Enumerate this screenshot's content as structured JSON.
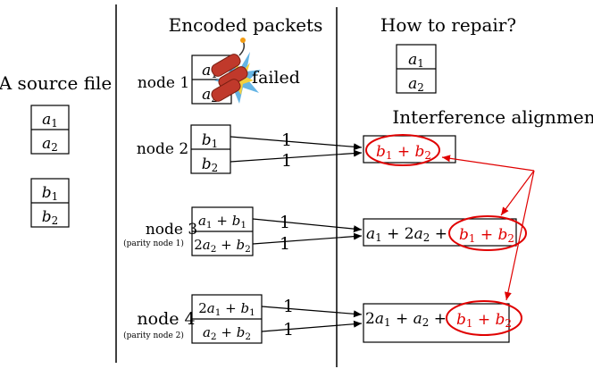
{
  "headings": {
    "source": "A source file",
    "encoded": "Encoded packets",
    "repair": "How to repair?",
    "interference": "Interference alignment"
  },
  "source_blocks": [
    {
      "rows": [
        "a1",
        "a2"
      ]
    },
    {
      "rows": [
        "b1",
        "b2"
      ]
    }
  ],
  "repair_block": {
    "rows": [
      "a1",
      "a2"
    ]
  },
  "nodes": [
    {
      "label": "node 1",
      "sublabel": "",
      "rows": [
        "a1",
        "a2"
      ],
      "status": "failed"
    },
    {
      "label": "node 2",
      "sublabel": "",
      "rows": [
        "b1",
        "b2"
      ],
      "coeffs": [
        "1",
        "1"
      ]
    },
    {
      "label": "node 3",
      "sublabel": "(parity node 1)",
      "rows": [
        "a1 + b1",
        "2a2 + b2"
      ],
      "coeffs": [
        "1",
        "1"
      ]
    },
    {
      "label": "node 4",
      "sublabel": "(parity node 2)",
      "rows": [
        "2a1 + b1",
        "a2 + b2"
      ],
      "coeffs": [
        "1",
        "1"
      ]
    }
  ],
  "combinations": [
    {
      "prefix": "",
      "aligned": "b1 + b2"
    },
    {
      "prefix": "a1 + 2a2 +",
      "aligned": "b1 + b2"
    },
    {
      "prefix": "2a1 + a2 +",
      "aligned": "b1 + b2"
    }
  ],
  "colors": {
    "highlight": "#e00000",
    "bomb": "#c0392b",
    "burst": "#4aa8e0",
    "spark": "#f4d03f"
  },
  "icons": {
    "failure": "bomb-explosion-icon"
  }
}
